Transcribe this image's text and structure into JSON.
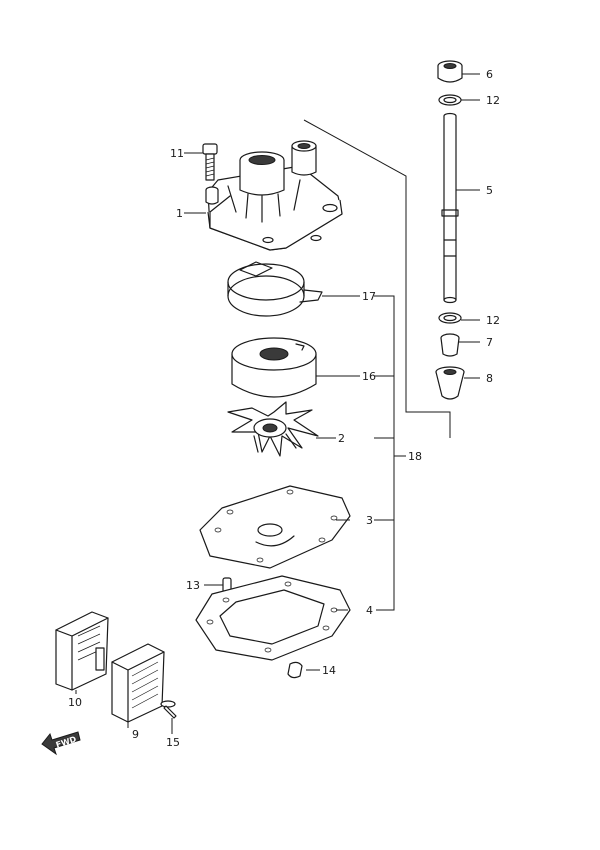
{
  "callouts": {
    "c1": "1",
    "c2": "2",
    "c3": "3",
    "c4": "4",
    "c5": "5",
    "c6": "6",
    "c7": "7",
    "c8": "8",
    "c9": "9",
    "c10": "10",
    "c11": "11",
    "c12a": "12",
    "c12b": "12",
    "c13": "13",
    "c14": "14",
    "c15": "15",
    "c16": "16",
    "c17": "17",
    "c18": "18"
  },
  "direction_label": "FWD"
}
